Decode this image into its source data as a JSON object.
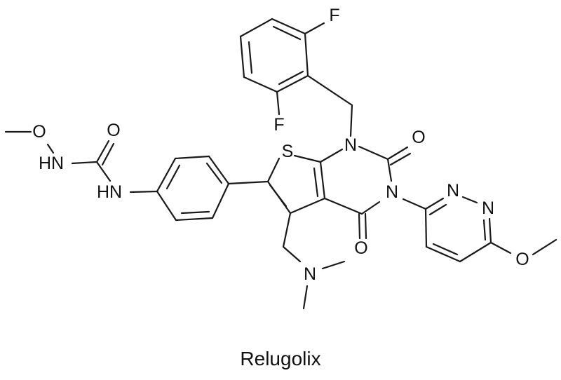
{
  "compound": {
    "name": "Relugolix"
  },
  "atom_labels": {
    "o_methoxy_urea": "O",
    "nh_urea_1": "HN",
    "o_urea_carbonyl": "O",
    "nh_urea_2": "HN",
    "s_thiophene": "S",
    "f_top": "F",
    "f_bottom": "F",
    "n1_pyrimidine": "N",
    "o_c2_carbonyl": "O",
    "n3_pyrimidine": "N",
    "o_c4_carbonyl": "O",
    "n_pyridazine_a": "N",
    "n_pyridazine_b": "N",
    "o_methoxy_pyridazine": "O",
    "n_dimethylamino": "N"
  },
  "colors": {
    "bond": "#1a1a1a",
    "text": "#111111",
    "background": "#ffffff"
  }
}
